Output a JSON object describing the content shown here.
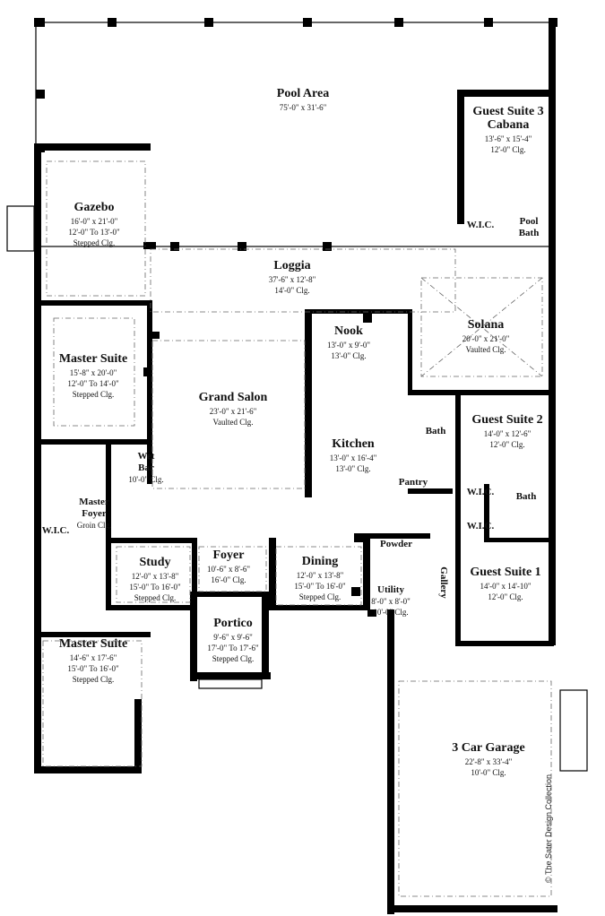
{
  "plan": {
    "rooms": [
      {
        "id": "pool-area",
        "name": [
          "Pool Area"
        ],
        "dims": [
          "75'-0\" x 31'-6\""
        ]
      },
      {
        "id": "guest-suite-3",
        "name": [
          "Guest Suite 3",
          "Cabana"
        ],
        "dims": [
          "13'-6\" x 15'-4\"",
          "12'-0\" Clg."
        ]
      },
      {
        "id": "gazebo",
        "name": [
          "Gazebo"
        ],
        "dims": [
          "16'-0\" x 21'-0\"",
          "12'-0\" To 13'-0\"",
          "Stepped Clg."
        ]
      },
      {
        "id": "loggia",
        "name": [
          "Loggia"
        ],
        "dims": [
          "37'-6\" x 12'-8\"",
          "14'-0\" Clg."
        ]
      },
      {
        "id": "wic-cabana",
        "name": [
          "W.I.C."
        ],
        "dims": []
      },
      {
        "id": "pool-bath",
        "name": [
          "Pool",
          "Bath"
        ],
        "dims": []
      },
      {
        "id": "solana",
        "name": [
          "Solana"
        ],
        "dims": [
          "20'-0\" x 21'-0\"",
          "Vaulted Clg."
        ]
      },
      {
        "id": "master-suite",
        "name": [
          "Master Suite"
        ],
        "dims": [
          "15'-8\" x 20'-0\"",
          "12'-0\" To 14'-0\"",
          "Stepped Clg."
        ]
      },
      {
        "id": "nook",
        "name": [
          "Nook"
        ],
        "dims": [
          "13'-0\" x 9'-0\"",
          "13'-0\" Clg."
        ]
      },
      {
        "id": "grand-salon",
        "name": [
          "Grand Salon"
        ],
        "dims": [
          "23'-0\" x 21'-6\"",
          "Vaulted Clg."
        ]
      },
      {
        "id": "kitchen",
        "name": [
          "Kitchen"
        ],
        "dims": [
          "13'-0\" x 16'-4\"",
          "13'-0\" Clg."
        ]
      },
      {
        "id": "bath-2",
        "name": [
          "Bath"
        ],
        "dims": []
      },
      {
        "id": "guest-suite-2",
        "name": [
          "Guest Suite 2"
        ],
        "dims": [
          "14'-0\" x 12'-6\"",
          "12'-0\" Clg."
        ]
      },
      {
        "id": "wet-bar",
        "name": [
          "Wet",
          "Bar"
        ],
        "dims": [
          "10'-0\" Clg."
        ]
      },
      {
        "id": "pantry",
        "name": [
          "Pantry"
        ],
        "dims": []
      },
      {
        "id": "wic-gs2",
        "name": [
          "W.I.C."
        ],
        "dims": []
      },
      {
        "id": "bath-gs",
        "name": [
          "Bath"
        ],
        "dims": []
      },
      {
        "id": "wic-gs1",
        "name": [
          "W.I.C."
        ],
        "dims": []
      },
      {
        "id": "master-foyer",
        "name": [
          "Master",
          "Foyer"
        ],
        "dims": [
          "Groin Clg."
        ]
      },
      {
        "id": "wic-master",
        "name": [
          "W.I.C."
        ],
        "dims": []
      },
      {
        "id": "powder",
        "name": [
          "Powder"
        ],
        "dims": []
      },
      {
        "id": "gallery",
        "name": [
          "Gallery"
        ],
        "dims": []
      },
      {
        "id": "study",
        "name": [
          "Study"
        ],
        "dims": [
          "12'-0\" x 13'-8\"",
          "15'-0\" To 16'-0\"",
          "Stepped Clg."
        ]
      },
      {
        "id": "foyer",
        "name": [
          "Foyer"
        ],
        "dims": [
          "10'-6\" x 8'-6\"",
          "16'-0\" Clg."
        ]
      },
      {
        "id": "dining",
        "name": [
          "Dining"
        ],
        "dims": [
          "12'-0\" x 13'-8\"",
          "15'-0\" To 16'-0\"",
          "Stepped Clg."
        ]
      },
      {
        "id": "utility",
        "name": [
          "Utility"
        ],
        "dims": [
          "8'-0\" x 8'-0\"",
          "10'-0\" Clg."
        ]
      },
      {
        "id": "guest-suite-1",
        "name": [
          "Guest Suite 1"
        ],
        "dims": [
          "14'-0\" x 14'-10\"",
          "12'-0\" Clg."
        ]
      },
      {
        "id": "portico",
        "name": [
          "Portico"
        ],
        "dims": [
          "9'-6\" x 9'-6\"",
          "17'-0\" To 17'-6\"",
          "Stepped Clg."
        ]
      },
      {
        "id": "master-suite-bath",
        "name": [
          "Master Suite"
        ],
        "dims": [
          "14'-6\" x 17'-6\"",
          "15'-0\" To 16'-0\"",
          "Stepped Clg."
        ]
      },
      {
        "id": "garage",
        "name": [
          "3 Car Garage"
        ],
        "dims": [
          "22'-8\" x 33'-4\"",
          "10'-0\" Clg."
        ]
      }
    ],
    "copyright": "© The Sater Design Collection"
  }
}
